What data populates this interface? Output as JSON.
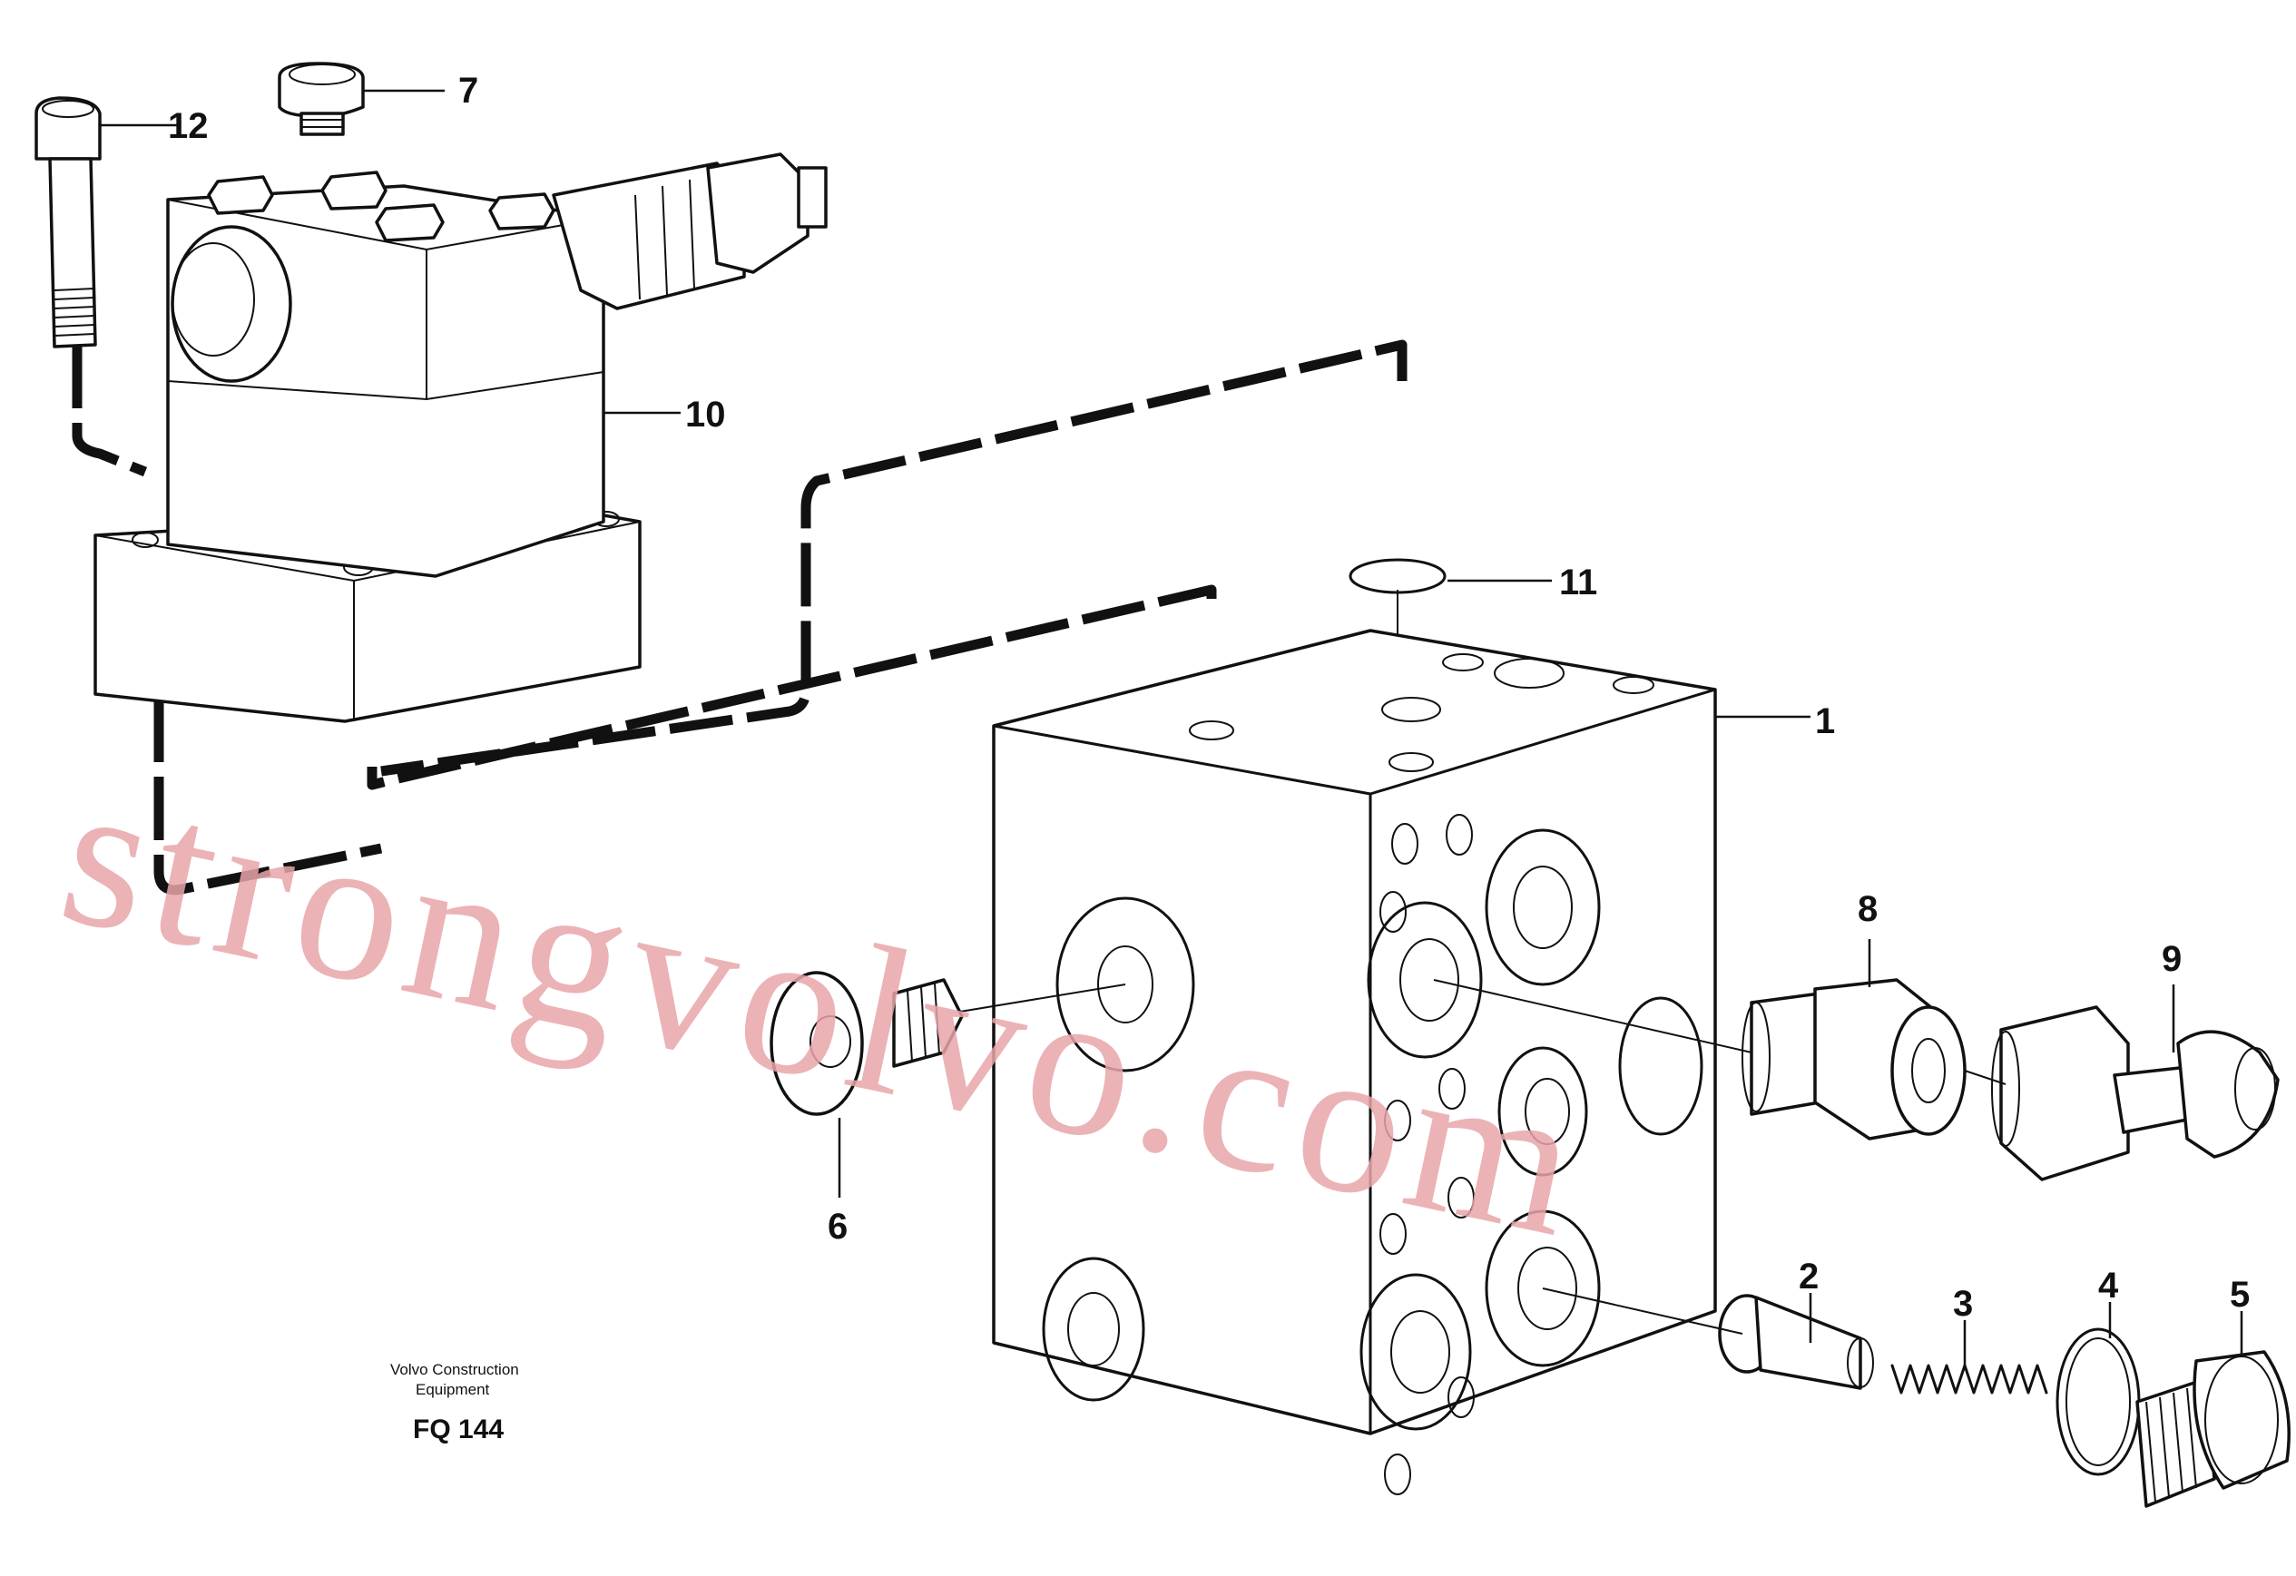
{
  "diagram": {
    "callouts": [
      {
        "id": "1",
        "label": "1"
      },
      {
        "id": "2",
        "label": "2"
      },
      {
        "id": "3",
        "label": "3"
      },
      {
        "id": "4",
        "label": "4"
      },
      {
        "id": "5",
        "label": "5"
      },
      {
        "id": "6",
        "label": "6"
      },
      {
        "id": "7",
        "label": "7"
      },
      {
        "id": "8",
        "label": "8"
      },
      {
        "id": "9",
        "label": "9"
      },
      {
        "id": "10",
        "label": "10"
      },
      {
        "id": "11",
        "label": "11"
      },
      {
        "id": "12",
        "label": "12"
      }
    ],
    "caption": {
      "line1": "Volvo Construction",
      "line2": "Equipment",
      "code": "FQ 144"
    },
    "watermark": "strongvolvo.com",
    "colors": {
      "line": "#111111",
      "watermark": "#e8a6aa",
      "background": "#ffffff"
    }
  }
}
